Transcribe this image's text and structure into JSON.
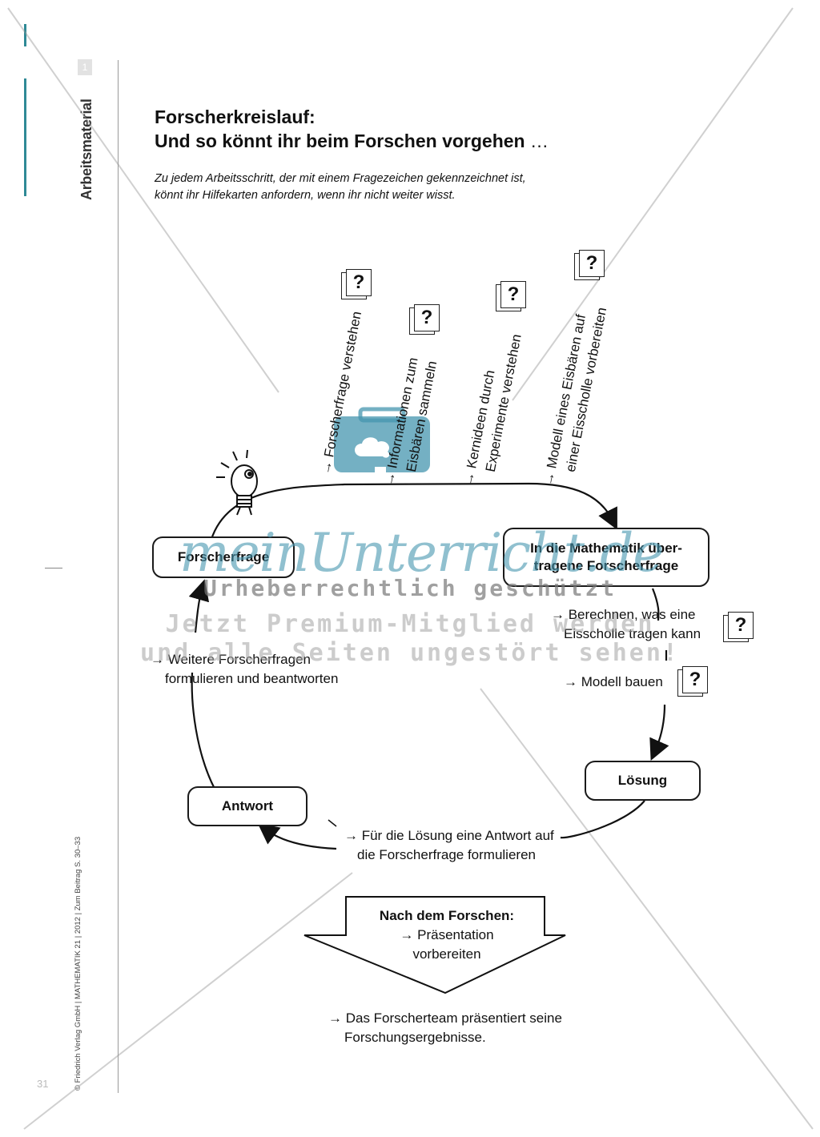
{
  "sidebar": {
    "section_label": "Arbeitsmaterial",
    "page_badge": "1",
    "credits": "© Friedrich Verlag GmbH | MATHEMATIK 21 | 2012 | Zum Beitrag S. 30–33",
    "page_number": "31",
    "accent_color": "#2f8a96"
  },
  "header": {
    "title_line1": "Forscherkreislauf:",
    "title_line2": "Und so könnt ihr beim Forschen vorgehen",
    "title_ellipsis": "…",
    "intro_line1": "Zu jedem Arbeitsschritt, der mit einem Fragezeichen gekennzeichnet ist,",
    "intro_line2": "könnt ihr Hilfekarten anfordern, wenn ihr nicht weiter wisst."
  },
  "cycle": {
    "nodes": {
      "forscherfrage": "Forscherfrage",
      "mathematik_line1": "In die Mathematik über-",
      "mathematik_line2": "tragene Forscherfrage",
      "loesung": "Lösung",
      "antwort": "Antwort"
    },
    "top_steps": [
      {
        "line1": "→ Forscherfrage verstehen",
        "line2": ""
      },
      {
        "line1": "→ Informationen zum",
        "line2": "Eisbären sammeln"
      },
      {
        "line1": "→ Kernideen durch",
        "line2": "Experimente verstehen"
      },
      {
        "line1": "→ Modell eines Eisbären auf",
        "line2": "einer Eisscholle vorbereiten"
      }
    ],
    "right_steps": [
      {
        "line1": "→ Berechnen, was eine",
        "line2": "Eisscholle tragen kann"
      },
      {
        "line1": "→ Modell bauen",
        "line2": ""
      }
    ],
    "bottom_step": {
      "line1": "→ Für die Lösung eine Antwort auf",
      "line2": "die Forscherfrage formulieren"
    },
    "left_step": {
      "line1": "→ Weitere Forscherfragen",
      "line2": "formulieren und beantworten"
    },
    "help_card_symbol": "?"
  },
  "after": {
    "heading": "Nach dem Forschen:",
    "item_line1": "→ Präsentation",
    "item_line2": "vorbereiten",
    "final_line1": "→ Das Forscherteam präsentiert seine",
    "final_line2": "Forschungsergebnisse."
  },
  "watermark": {
    "logo": "meinUnterricht.de",
    "line1": "Urheberrechtlich geschützt",
    "line2": "Jetzt Premium-Mitglied werden",
    "line3": "und alle Seiten ungestört sehen!",
    "logo_color": "#4696af"
  }
}
